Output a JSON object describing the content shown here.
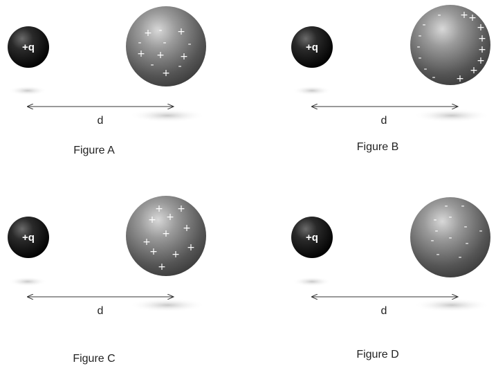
{
  "figures": [
    {
      "key": "a",
      "caption": "Figure A",
      "distance_label": "d",
      "charge_label": "+q",
      "sphere_signs": [
        [
          "+",
          -26,
          -20
        ],
        [
          "-",
          -8,
          -24
        ],
        [
          "+",
          22,
          -22
        ],
        [
          "-",
          -38,
          -6
        ],
        [
          "-",
          -2,
          -6
        ],
        [
          "-",
          34,
          -4
        ],
        [
          "+",
          -36,
          10
        ],
        [
          "+",
          -8,
          12
        ],
        [
          "+",
          26,
          14
        ],
        [
          "-",
          -20,
          26
        ],
        [
          "-",
          20,
          28
        ],
        [
          "+",
          0,
          38
        ]
      ]
    },
    {
      "key": "b",
      "caption": "Figure B",
      "distance_label": "d",
      "charge_label": "+q",
      "sphere_signs": [
        [
          "-",
          -16,
          -44
        ],
        [
          "+",
          20,
          -44
        ],
        [
          "+",
          32,
          -40
        ],
        [
          "-",
          -38,
          -30
        ],
        [
          "+",
          44,
          -26
        ],
        [
          "-",
          -44,
          -14
        ],
        [
          "+",
          46,
          -10
        ],
        [
          "-",
          -46,
          2
        ],
        [
          "+",
          46,
          6
        ],
        [
          "-",
          -44,
          18
        ],
        [
          "+",
          44,
          22
        ],
        [
          "-",
          -36,
          34
        ],
        [
          "+",
          34,
          36
        ],
        [
          "-",
          -24,
          46
        ],
        [
          "+",
          14,
          48
        ]
      ]
    },
    {
      "key": "c",
      "caption": "Figure C",
      "distance_label": "d",
      "charge_label": "+q",
      "sphere_signs": [
        [
          "+",
          -10,
          -40
        ],
        [
          "+",
          22,
          -40
        ],
        [
          "+",
          -20,
          -24
        ],
        [
          "+",
          6,
          -28
        ],
        [
          "+",
          30,
          -12
        ],
        [
          "+",
          0,
          -4
        ],
        [
          "+",
          -28,
          8
        ],
        [
          "+",
          -18,
          22
        ],
        [
          "+",
          14,
          26
        ],
        [
          "+",
          36,
          16
        ],
        [
          "+",
          -6,
          44
        ]
      ]
    },
    {
      "key": "d",
      "caption": "Figure D",
      "distance_label": "d",
      "charge_label": "+q",
      "sphere_signs": [
        [
          "-",
          -6,
          -46
        ],
        [
          "-",
          18,
          -46
        ],
        [
          "-",
          -22,
          -26
        ],
        [
          "-",
          0,
          -30
        ],
        [
          "-",
          -20,
          -10
        ],
        [
          "-",
          22,
          -16
        ],
        [
          "-",
          44,
          -10
        ],
        [
          "-",
          -26,
          4
        ],
        [
          "-",
          0,
          0
        ],
        [
          "-",
          24,
          8
        ],
        [
          "-",
          -18,
          24
        ],
        [
          "-",
          14,
          28
        ]
      ]
    }
  ],
  "colors": {
    "small_charge": "#111111",
    "sphere": "#8a8a8a",
    "sign_text": "#ffffff",
    "arrow": "#333333",
    "shadow": "#cfcfcf"
  }
}
